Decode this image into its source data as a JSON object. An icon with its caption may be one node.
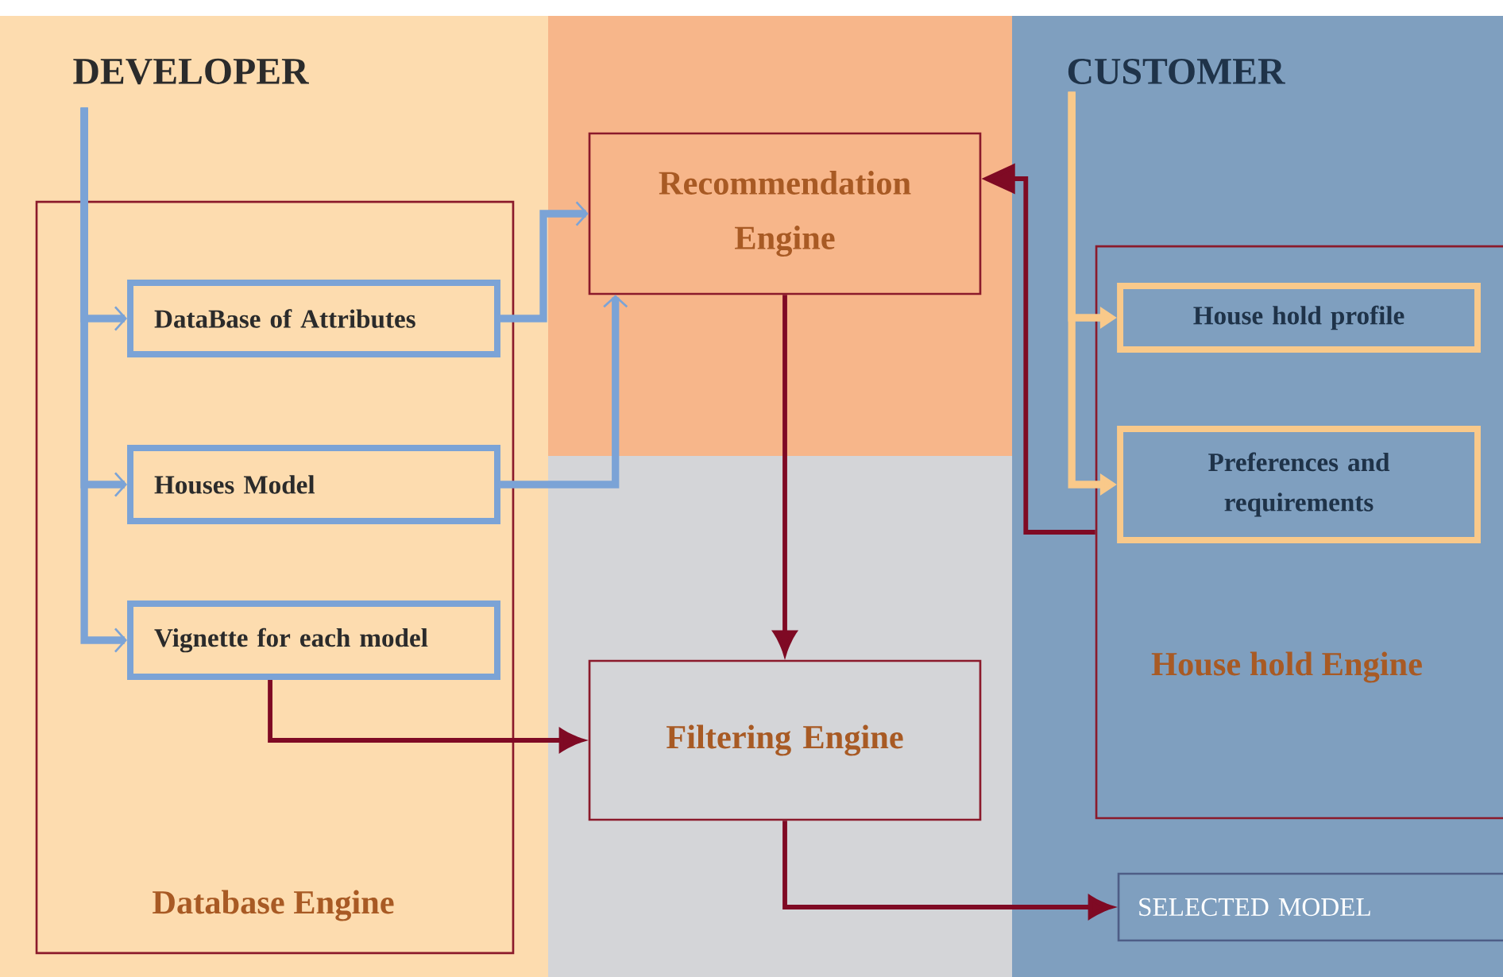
{
  "diagram": {
    "nodes": [
      {
        "text": [
          "DEVELOPER"
        ]
      },
      {
        "text": [
          "Database Engine"
        ]
      },
      {
        "text": [
          "DataBase of Attributes"
        ],
        "in": 1
      },
      {
        "text": [
          "Houses Model"
        ],
        "in": 1
      },
      {
        "text": [
          "Vignette for each model"
        ],
        "in": 1
      },
      {
        "text": [
          "Recommendation Engine"
        ]
      },
      {
        "text": [
          "Filtering Engine"
        ]
      },
      {
        "text": [
          "CUSTOMER"
        ]
      },
      {
        "text": [
          "House hold Engine"
        ]
      },
      {
        "text": [
          "House hold profile"
        ],
        "in": 8
      },
      {
        "text": [
          "Preferences and requirements"
        ],
        "in": 8
      },
      {
        "text": [
          "SELECTED MODEL"
        ]
      }
    ],
    "edges": [
      {
        "from": 0,
        "to": 2,
        "arrow": "to"
      },
      {
        "from": 0,
        "to": 3,
        "arrow": "to"
      },
      {
        "from": 0,
        "to": 4,
        "arrow": "to"
      },
      {
        "from": 2,
        "to": 5,
        "arrow": "to"
      },
      {
        "from": 3,
        "to": 5,
        "arrow": "to"
      },
      {
        "from": 7,
        "to": 9,
        "arrow": "to",
        "color": "#f9c98a"
      },
      {
        "from": 7,
        "to": 10,
        "arrow": "to",
        "color": "#f9c98a"
      },
      {
        "from": 8,
        "to": 5,
        "arrow": "to",
        "color": "#7f0a24"
      },
      {
        "from": 5,
        "to": 6,
        "arrow": "to",
        "color": "#7f0a24"
      },
      {
        "from": 4,
        "to": 6,
        "arrow": "to",
        "color": "#7f0a24"
      },
      {
        "from": 6,
        "to": 11,
        "arrow": "to",
        "color": "#7f0a24"
      }
    ]
  }
}
